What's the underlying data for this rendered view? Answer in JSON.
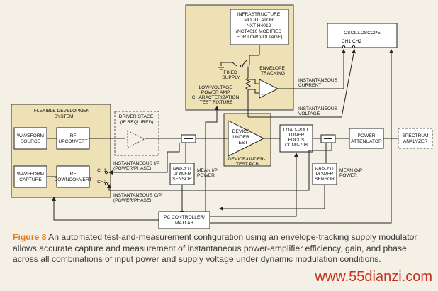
{
  "blocks": {
    "modulator": [
      "INFRASTRUCTURE",
      "MODULATOR",
      "NXT-H4012",
      "(NCT4010 MODIFIED",
      "FOR LOW VOLTAGE)"
    ],
    "oscilloscope": "OSCILLOSCOPE",
    "ch_labels": "CH1  CH2",
    "fixed_supply": [
      "FIXED",
      "SUPPLY"
    ],
    "envelope_tracking": [
      "ENVELOPE",
      "TRACKING"
    ],
    "fixture": [
      "LOW-VOLTAGE",
      "POWER AMP",
      "CHARACTERIZATION",
      "TEST FIXTURE"
    ],
    "inst_current": [
      "INSTANTANEOUS",
      "CURRENT"
    ],
    "inst_voltage": [
      "INSTANTANEOUS",
      "VOLTAGE"
    ],
    "flex_dev": [
      "FLEXIBLE DEVELOPMENT",
      "SYSTEM"
    ],
    "waveform_source": [
      "WAVEFORM",
      "SOURCE"
    ],
    "rf_upconvert": [
      "RF",
      "UPCONVERT"
    ],
    "waveform_capture": [
      "WAVEFORM",
      "CAPTURE"
    ],
    "rf_downconvert": [
      "RF",
      "DOWNCONVERT"
    ],
    "ch1": "CH1",
    "ch2": "CH2",
    "driver": [
      "DRIVER STAGE",
      "(IF REQUIRED)"
    ],
    "dut": [
      "DEVICE",
      "UNDER",
      "TEST"
    ],
    "dut_pcb": [
      "DEVICE-UNDER-",
      "TEST PCB"
    ],
    "tuner": [
      "LOAD-PULL",
      "TUNER",
      "FOCUS",
      "CCMT-708"
    ],
    "attenuator": [
      "POWER",
      "ATTENUATOR"
    ],
    "spectrum": [
      "SPECTRUM",
      "ANALYZER"
    ],
    "inst_ip": [
      "INSTANTANEOUS I/P",
      "(POWER/PHASE)"
    ],
    "nrp_in": [
      "NRP-Z11",
      "POWER",
      "SENSOR"
    ],
    "mean_ip": [
      "MEAN I/P",
      "POWER"
    ],
    "nrp_out": [
      "NRP-Z11",
      "POWER",
      "SENSOR"
    ],
    "mean_op": [
      "MEAN O/P",
      "POWER"
    ],
    "inst_op": [
      "INSTANTANEOUS O/P",
      "(POWER/PHASE)"
    ],
    "pc": [
      "PC CONTROLLER/",
      "MATLAB"
    ]
  },
  "caption": {
    "figure": "Figure 8",
    "text": " An automated test-and-measurement configuration using an envelope-tracking supply modulator allows accurate capture and measurement of instantaneous power-amplifier efficiency, gain, and phase across all combinations of input power and supply voltage under dynamic modulation conditions."
  },
  "watermark": "www.55dianzi.com",
  "colors": {
    "fixture_fill": "#efe1b6",
    "caption_accent": "#e27d1a",
    "watermark": "#c8311d"
  }
}
